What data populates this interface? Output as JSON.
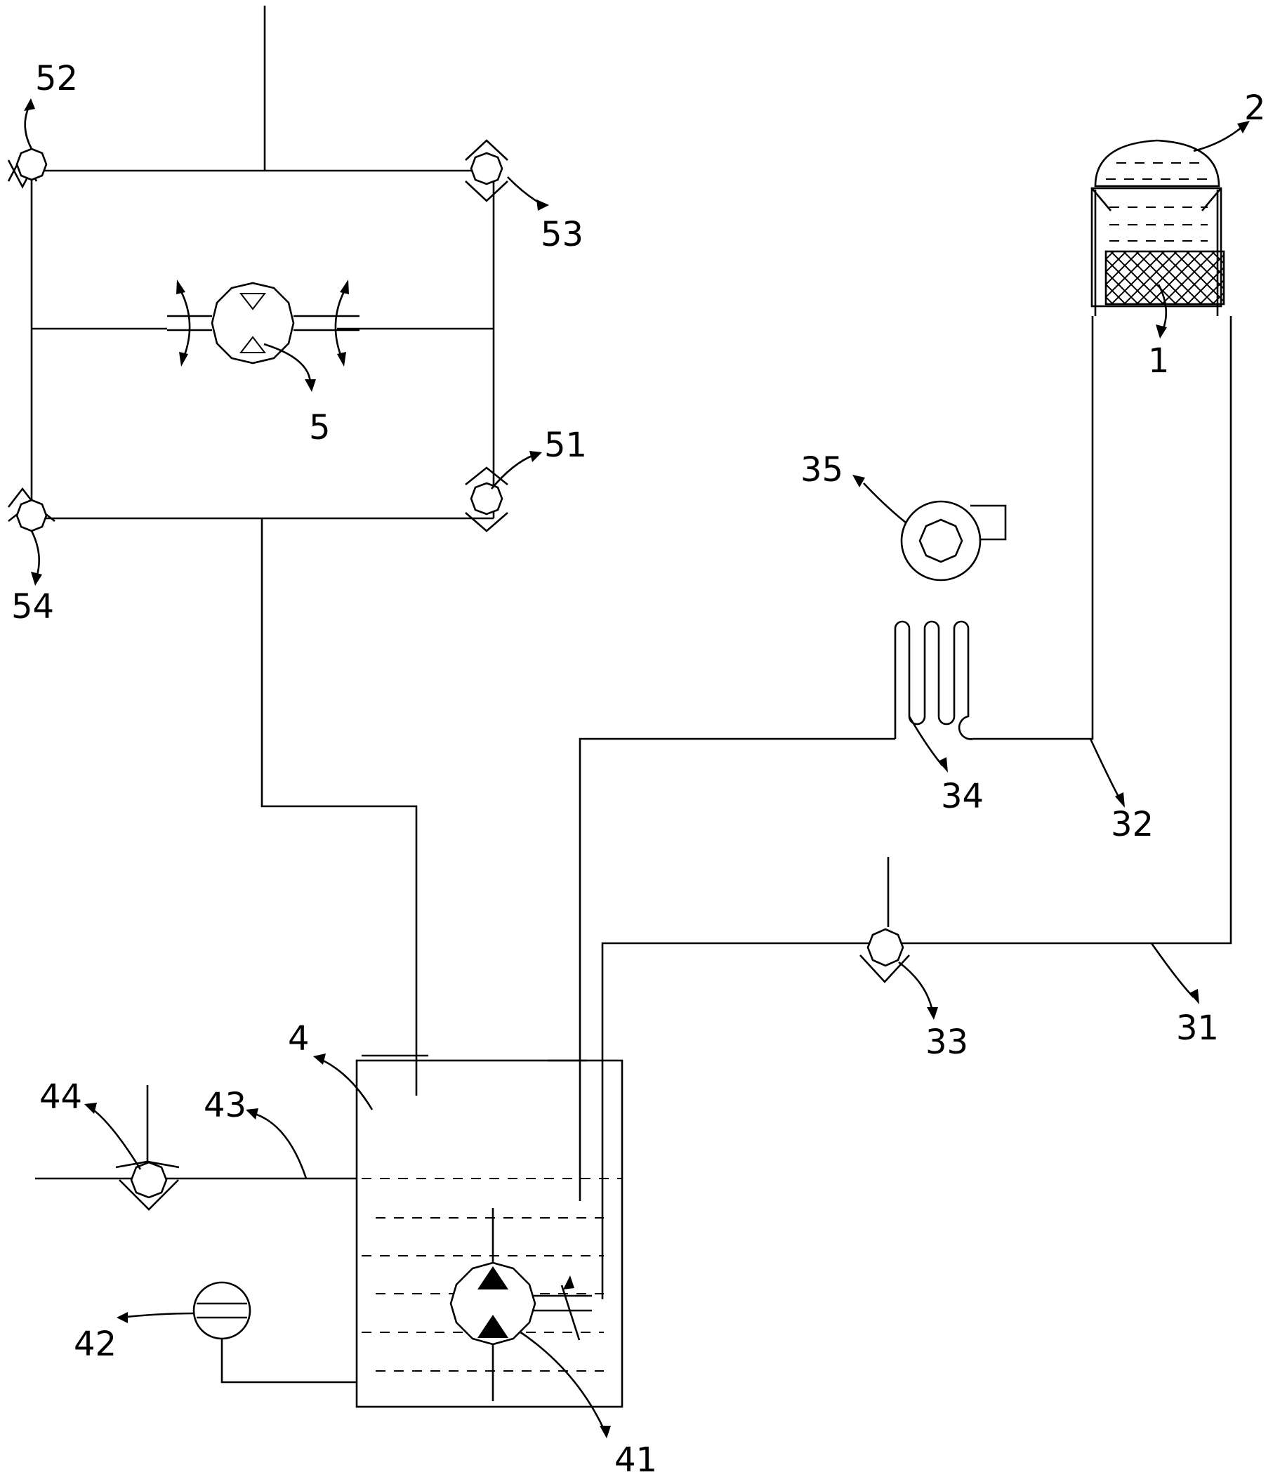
{
  "labels": {
    "l1": "1",
    "l2": "2",
    "l4": "4",
    "l5": "5",
    "l31": "31",
    "l32": "32",
    "l33": "33",
    "l34": "34",
    "l35": "35",
    "l41": "41",
    "l42": "42",
    "l43": "43",
    "l44": "44",
    "l51": "51",
    "l52": "52",
    "l53": "53",
    "l54": "54"
  },
  "colors": {
    "line": "#000000",
    "background": "#ffffff"
  }
}
